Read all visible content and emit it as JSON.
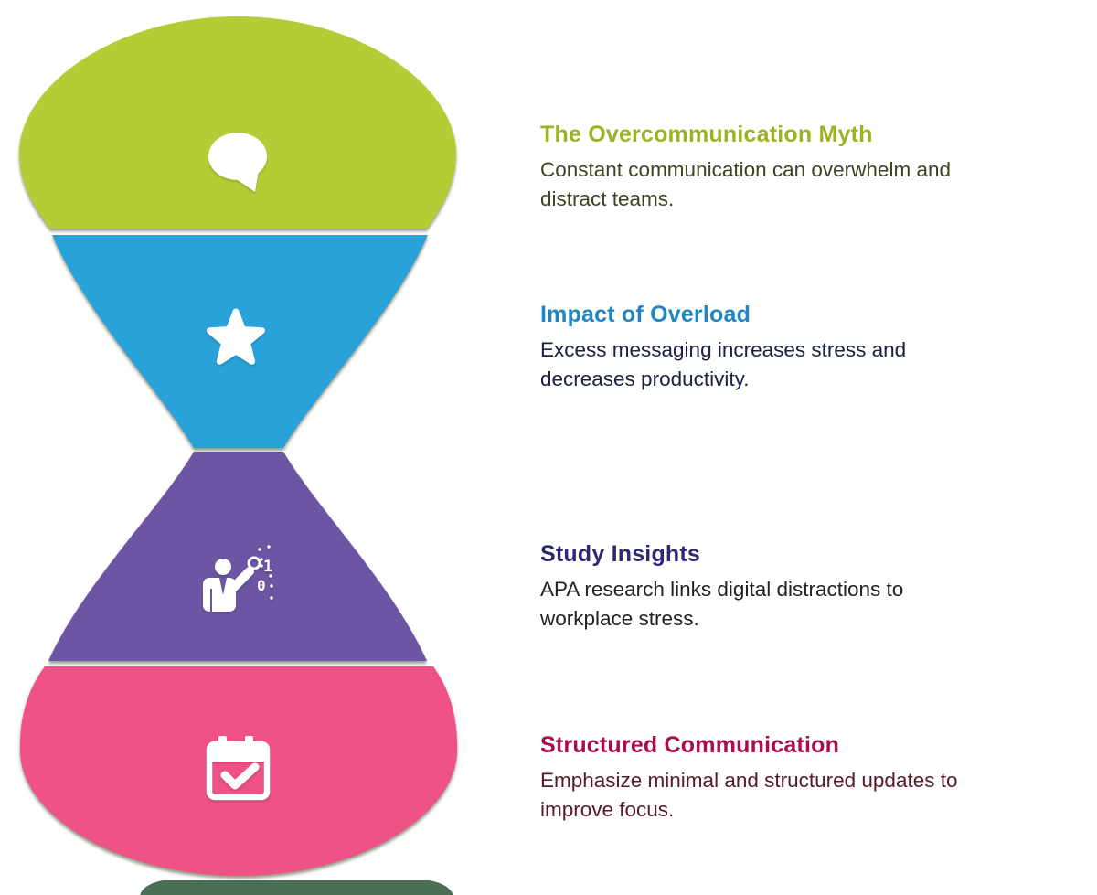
{
  "page": {
    "background_color": "#ffffff"
  },
  "hourglass": {
    "base_strip_color": "#4c6e55",
    "icon_color": "#ffffff"
  },
  "sections": [
    {
      "id": "overcommunication-myth",
      "icon": "speech-bubble-icon",
      "segment_color": "#b4cc35",
      "title": "The Overcommunication Myth",
      "title_color": "#9fb224",
      "body": "Constant communication can overwhelm and\ndistract teams.",
      "body_color": "#3d441f"
    },
    {
      "id": "impact-of-overload",
      "icon": "star-icon",
      "segment_color": "#29a2da",
      "title": "Impact of Overload",
      "title_color": "#1f86c3",
      "body": "Excess messaging increases stress and\ndecreases productivity.",
      "body_color": "#1a2144"
    },
    {
      "id": "study-insights",
      "icon": "presenter-binary-icon",
      "segment_color": "#6c56a4",
      "title": "Study Insights",
      "title_color": "#2b2a72",
      "body": "APA research links digital distractions to\nworkplace stress.",
      "body_color": "#222222",
      "icon_digits": {
        "one": "1",
        "zero": "0"
      }
    },
    {
      "id": "structured-communication",
      "icon": "calendar-check-icon",
      "segment_color": "#ee5286",
      "title": "Structured Communication",
      "title_color": "#a80f4b",
      "body": "Emphasize minimal and structured updates to\nimprove focus.",
      "body_color": "#571a28"
    }
  ]
}
